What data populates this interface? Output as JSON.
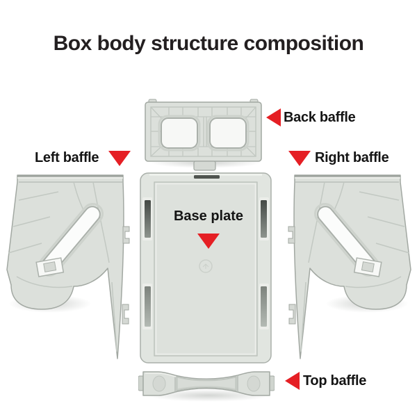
{
  "title": "Box body structure composition",
  "parts": {
    "back_baffle": {
      "label": "Back baffle"
    },
    "left_baffle": {
      "label": "Left baffle"
    },
    "right_baffle": {
      "label": "Right baffle"
    },
    "base_plate": {
      "label": "Base plate"
    },
    "top_baffle": {
      "label": "Top baffle"
    }
  },
  "colors": {
    "background": "#ffffff",
    "title_text": "#231f20",
    "label_text": "#141414",
    "arrow_red": "#e51f24",
    "plastic_body": "#dce0db",
    "plastic_highlight": "#eef0ec",
    "plastic_outline": "#a2a8a2",
    "plastic_rib": "#c2c8c2",
    "slot_dark": "#4f544f"
  }
}
